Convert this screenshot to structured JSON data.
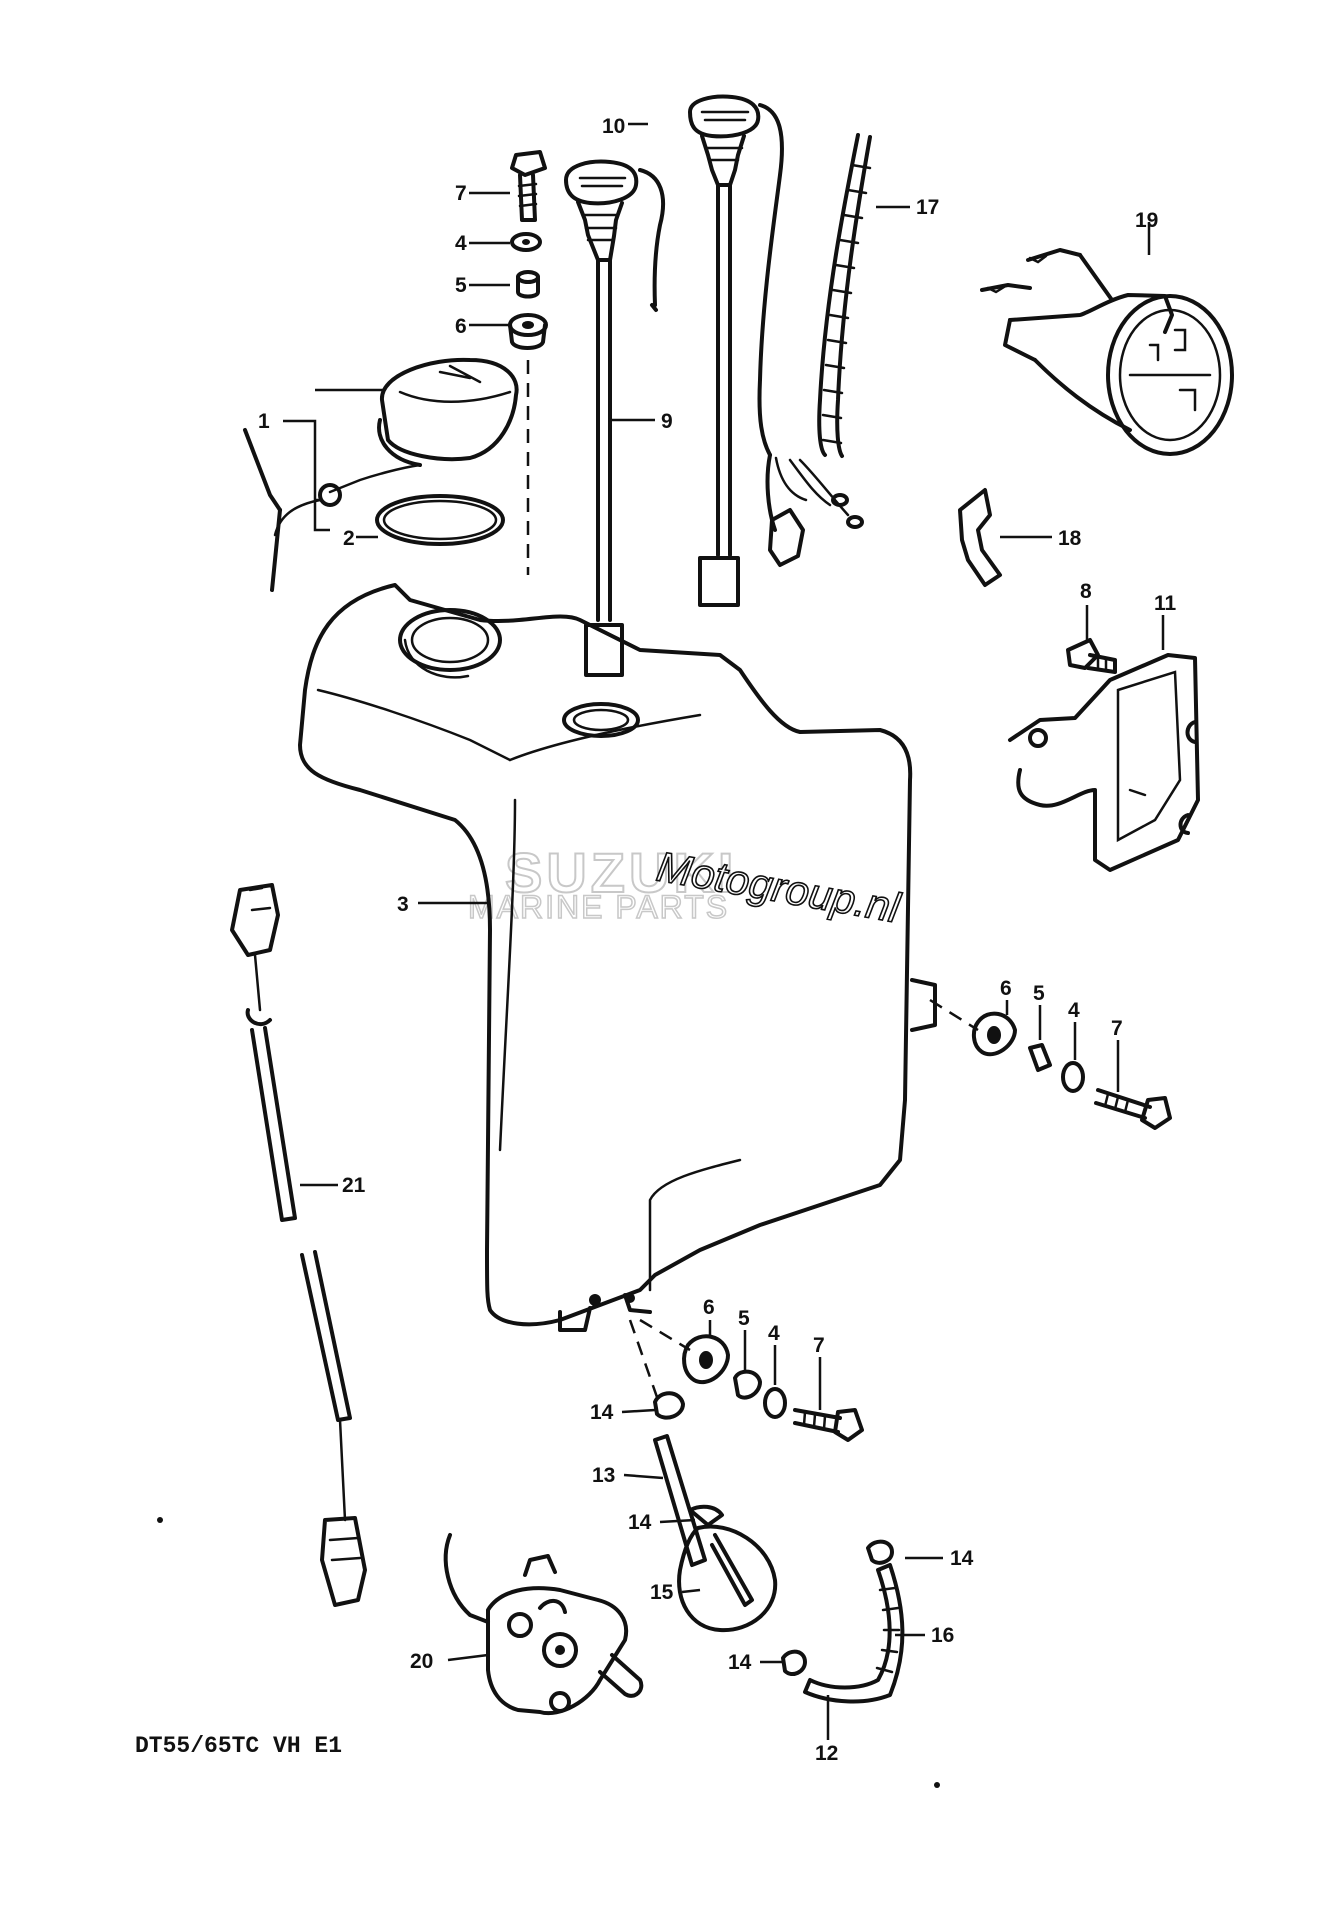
{
  "caption": "DT55/65TC VH E1",
  "watermark": {
    "line1": "SUZUKI",
    "line2": "MARINE PARTS",
    "line3": "Motogroup.nl"
  },
  "callouts": {
    "c1": "1",
    "c2": "2",
    "c3": "3",
    "c4a": "4",
    "c5a": "5",
    "c6a": "6",
    "c7a": "7",
    "c8": "8",
    "c9": "9",
    "c10": "10",
    "c11": "11",
    "c6b": "6",
    "c5b": "5",
    "c4b": "4",
    "c7b": "7",
    "c6c": "6",
    "c5c": "5",
    "c4c": "4",
    "c7c": "7",
    "c12": "12",
    "c13": "13",
    "c14a": "14",
    "c14b": "14",
    "c14c": "14",
    "c14d": "14",
    "c15": "15",
    "c16": "16",
    "c17": "17",
    "c18": "18",
    "c19": "19",
    "c20": "20",
    "c21": "21"
  }
}
